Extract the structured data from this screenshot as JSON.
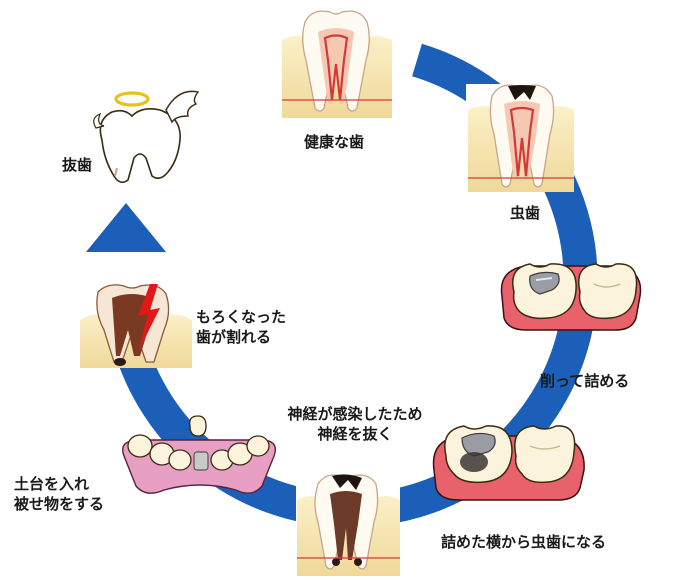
{
  "stages": {
    "healthy": "健康な歯",
    "cavity": "虫歯",
    "filling": "削って詰める",
    "secondary_caries": "詰めた横から虫歯になる",
    "nerve_line1": "神経が感染したため",
    "nerve_line2": "神経を抜く",
    "crown_line1": "土台を入れ",
    "crown_line2": "被せ物をする",
    "crack_line1": "もろくなった",
    "crack_line2": "歯が割れる",
    "extraction": "抜歯"
  },
  "colors": {
    "arrow": "#1b5fb8",
    "gum": "#f6e7b8",
    "tooth": "#fffaf0",
    "pulp": "#e87070",
    "denture_gum": "#e58080",
    "crack": "#e01818"
  },
  "icons": [
    "angel-halo-icon",
    "angel-wing-icon",
    "lightning-crack-icon"
  ]
}
